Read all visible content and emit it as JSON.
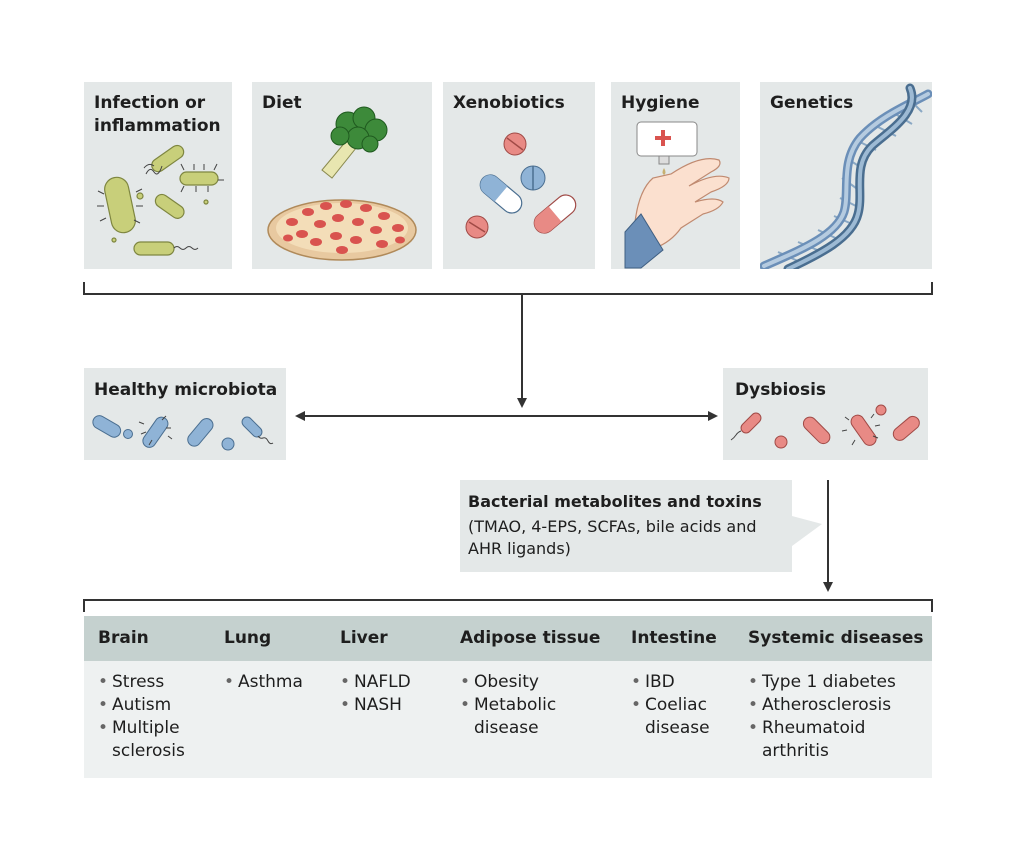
{
  "factors": [
    {
      "title": "Infection or\ninflammation",
      "icon": "bacteria-icon"
    },
    {
      "title": "Diet",
      "icon": "broccoli-pizza-icon"
    },
    {
      "title": "Xenobiotics",
      "icon": "pills-icon"
    },
    {
      "title": "Hygiene",
      "icon": "hand-sanitizer-icon"
    },
    {
      "title": "Genetics",
      "icon": "dna-icon"
    }
  ],
  "healthy": {
    "label": "Healthy microbiota"
  },
  "dysbiosis": {
    "label": "Dysbiosis"
  },
  "metabolites": {
    "title": "Bacterial metabolites and toxins",
    "subtitle": "(TMAO, 4-EPS, SCFAs, bile acids and AHR ligands)"
  },
  "diseases": [
    {
      "organ": "Brain",
      "items": [
        "Stress",
        "Autism",
        "Multiple\nsclerosis"
      ]
    },
    {
      "organ": "Lung",
      "items": [
        "Asthma"
      ]
    },
    {
      "organ": "Liver",
      "items": [
        "NAFLD",
        "NASH"
      ]
    },
    {
      "organ": "Adipose tissue",
      "items": [
        "Obesity",
        "Metabolic\ndisease"
      ]
    },
    {
      "organ": "Intestine",
      "items": [
        "IBD",
        "Coeliac\ndisease"
      ]
    },
    {
      "organ": "Systemic diseases",
      "items": [
        "Type 1 diabetes",
        "Atherosclerosis",
        "Rheumatoid\narthritis"
      ]
    }
  ],
  "colors": {
    "panel": "#e4e8e8",
    "table_header": "#c5d1cf",
    "healthy": "#8fb3d6",
    "dysbiosis": "#e88a85",
    "bacteria": "#c8cf7a",
    "arrow": "#333333"
  }
}
